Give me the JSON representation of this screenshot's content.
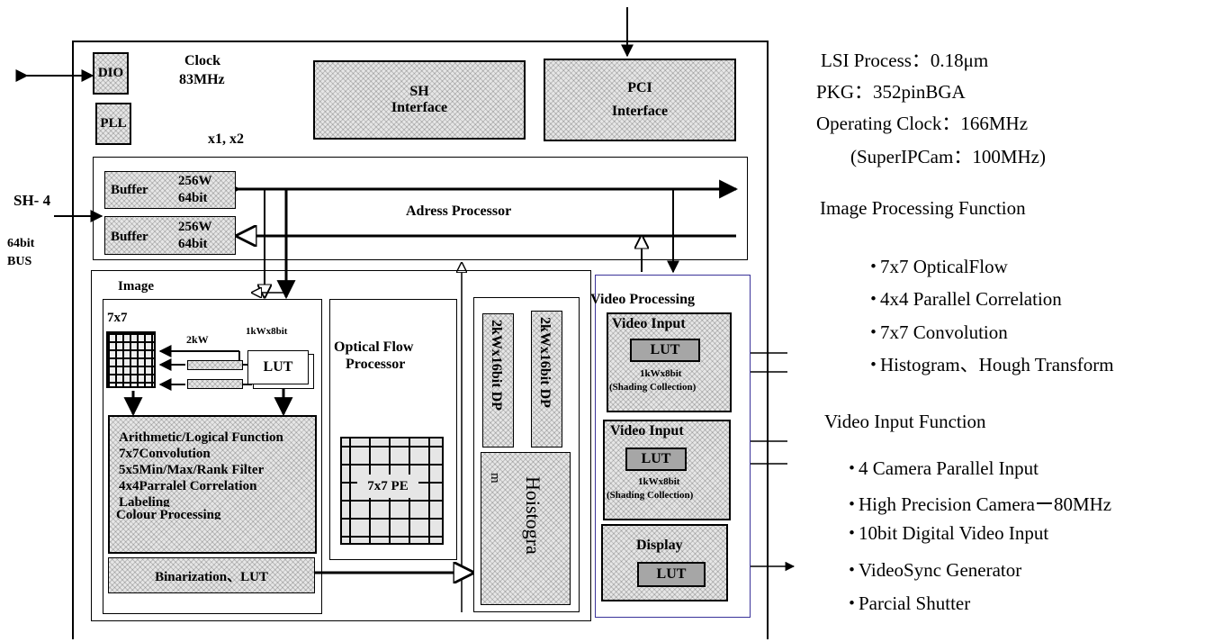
{
  "chip": {
    "dio": "DIO",
    "pll": "PLL",
    "clock": "Clock",
    "clock_freq": "83MHz",
    "multiplier": "x1, x2",
    "sh_interface_line1": "SH",
    "sh_interface_line2": "Interface",
    "pci_interface_line1": "PCI",
    "pci_interface_line2": "Interface",
    "buffer_label": "Buffer",
    "buffer_size": "256W",
    "buffer_width": "64bit",
    "address_processor": "Adress Processor",
    "sh4_bus_line1": "SH- 4",
    "sh4_bus_line2": "64bit",
    "sh4_bus_line3": "BUS"
  },
  "image_block": {
    "title": "Image",
    "kernel": "7x7",
    "line_buffer": "2kW",
    "lut_size": "1kWx8bit",
    "lut": "LUT",
    "functions": [
      "Arithmetic/Logical Function",
      "7x7Convolution",
      "5x5Min/Max/Rank Filter",
      "4x4Parralel Correlation",
      "Labeling",
      "Colour Processing"
    ],
    "binarization": "Binarization、LUT"
  },
  "optical_flow": {
    "title_line1": "Optical Flow",
    "title_line2": "Processor",
    "pe": "7x7 PE"
  },
  "histogram_block": {
    "dp1": "2kWx16bit DP",
    "dp2": "2kWx16bit DP",
    "histogram": "Hoistogra",
    "histogram_tail": "m"
  },
  "video_block": {
    "title": "Video Processing",
    "input1": "Video Input",
    "input2": "Video Input",
    "lut": "LUT",
    "lut_size": "1kWx8bit",
    "shading": "(Shading Collection)",
    "display": "Display"
  },
  "specs": {
    "process": "LSI Process：0.18μm",
    "package": "PKG：352pinBGA",
    "clock": "Operating Clock：166MHz",
    "clock_note": "(SuperIPCam：100MHz)",
    "image_heading": "Image Processing Function",
    "image_items": [
      "7x7 OpticalFlow",
      "4x4 Parallel Correlation",
      "7x7 Convolution",
      "Histogram、Hough Transform"
    ],
    "video_heading": "Video Input Function",
    "video_items": [
      "4 Camera Parallel Input",
      "High Precision Cameraー80MHz",
      "10bit Digital Video Input",
      "VideoSync Generator",
      "Parcial Shutter"
    ],
    "bullet": "・"
  },
  "colors": {
    "video_border": "#3a3399",
    "lut_fill": "#a6a6a6"
  }
}
